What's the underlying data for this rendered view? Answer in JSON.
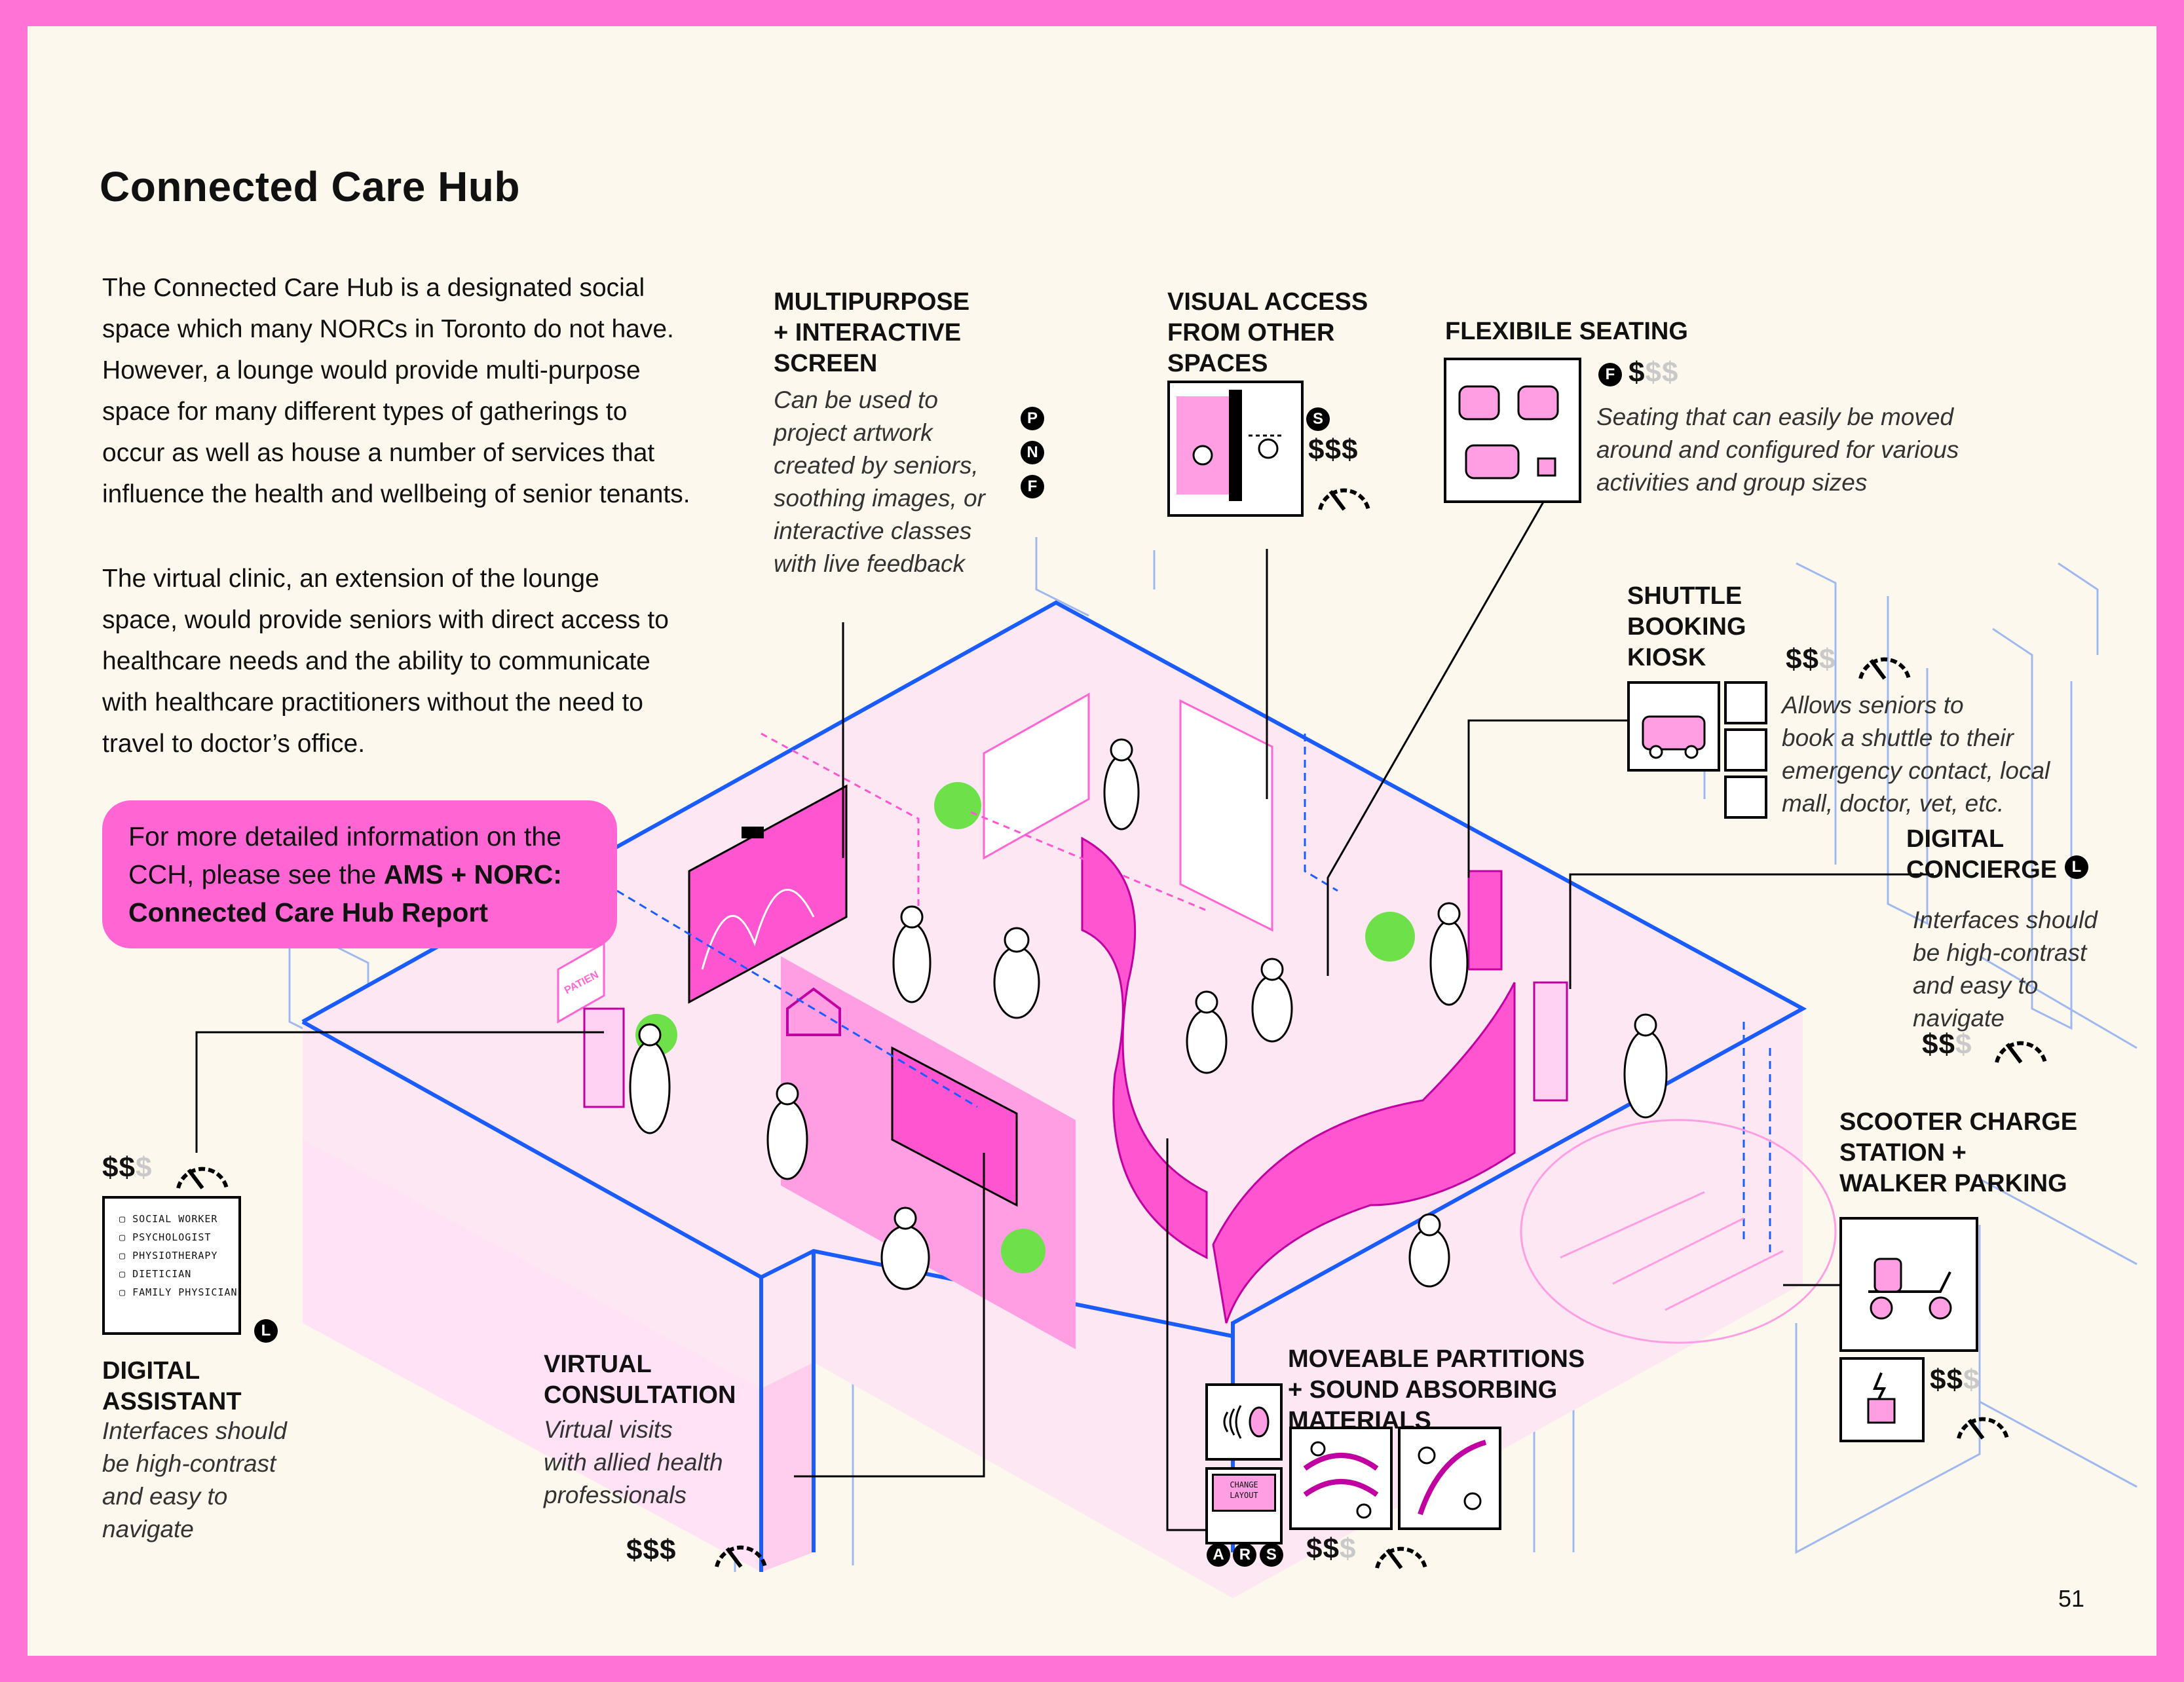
{
  "title": "Connected Care Hub",
  "intro_paragraph_1": [
    "The Connected Care Hub is a designated social",
    "space which many NORCs in Toronto do not have.",
    "However, a lounge would provide multi-purpose",
    "space for many different types of gatherings to",
    "occur as well as house a number of services that",
    "influence the health and wellbeing of senior tenants."
  ],
  "intro_paragraph_2": [
    "The virtual clinic, an extension of the lounge",
    "space, would provide seniors with direct access to",
    "healthcare needs and the ability to communicate",
    "with healthcare practitioners without the need to",
    "travel to doctor’s office."
  ],
  "callout": {
    "line1": "For more detailed information on the",
    "line2_prefix": "CCH, please see the ",
    "line2_bold": "AMS + NORC:",
    "line3_bold": "Connected Care Hub Report"
  },
  "features": {
    "multipurpose": {
      "label": [
        "MULTIPURPOSE",
        "+ INTERACTIVE",
        "SCREEN"
      ],
      "desc": [
        "Can be used to",
        "project artwork",
        "created by seniors,",
        "soothing images, or",
        "interactive classes",
        "with live feedback"
      ],
      "badges": [
        "P",
        "N",
        "F"
      ]
    },
    "visual_access": {
      "label": [
        "VISUAL ACCESS",
        "FROM OTHER",
        "SPACES"
      ],
      "badge": "S",
      "cost_on": "$$$",
      "cost_off": ""
    },
    "flexible_seating": {
      "label": [
        "FLEXIBILE SEATING"
      ],
      "badge": "F",
      "cost_on": "$",
      "cost_off": "$$",
      "desc": [
        "Seating that can easily be moved",
        "around and configured for various",
        "activities and group sizes"
      ]
    },
    "shuttle": {
      "label": [
        "SHUTTLE",
        "BOOKING",
        "KIOSK"
      ],
      "cost_on": "$$",
      "cost_off": "$",
      "desc": [
        "Allows seniors to",
        "book a shuttle to their",
        "emergency contact, local",
        "mall, doctor, vet, etc."
      ]
    },
    "concierge": {
      "label": [
        "DIGITAL",
        "CONCIERGE"
      ],
      "badge": "L",
      "cost_on": "$$",
      "cost_off": "$",
      "desc": [
        "Interfaces should",
        "be high-contrast",
        "and easy to",
        "navigate"
      ]
    },
    "scooter": {
      "label": [
        "SCOOTER CHARGE",
        "STATION +",
        "WALKER PARKING"
      ],
      "cost_on": "$$",
      "cost_off": "$"
    },
    "digital_assistant": {
      "label": [
        "DIGITAL",
        "ASSISTANT"
      ],
      "badge": "L",
      "cost_on": "$$",
      "cost_off": "$",
      "desc": [
        "Interfaces should",
        "be high-contrast",
        "and easy to",
        "navigate"
      ],
      "list_items": [
        "SOCIAL WORKER",
        "PSYCHOLOGIST",
        "PHYSIOTHERAPY",
        "DIETICIAN",
        "FAMILY PHYSICIAN"
      ]
    },
    "virtual_consultation": {
      "label": [
        "VIRTUAL",
        "CONSULTATION"
      ],
      "cost_on": "$$$",
      "cost_off": "",
      "desc": [
        "Virtual visits",
        "with allied health",
        "professionals"
      ]
    },
    "partitions": {
      "label": [
        "MOVEABLE PARTITIONS",
        "+ SOUND ABSORBING",
        "MATERIALS"
      ],
      "badges": [
        "A",
        "R",
        "S"
      ],
      "cost_on": "$$",
      "cost_off": "$",
      "screen_text": [
        "CHANGE",
        "LAYOUT"
      ]
    }
  },
  "illustration_signs": [
    "PATIEN"
  ],
  "page_number": "51",
  "colors": {
    "border": "#ff73d6",
    "background": "#fcf8ee",
    "pink": "#ff66d4",
    "blue": "#1a5cff",
    "green": "#6ee04a"
  }
}
